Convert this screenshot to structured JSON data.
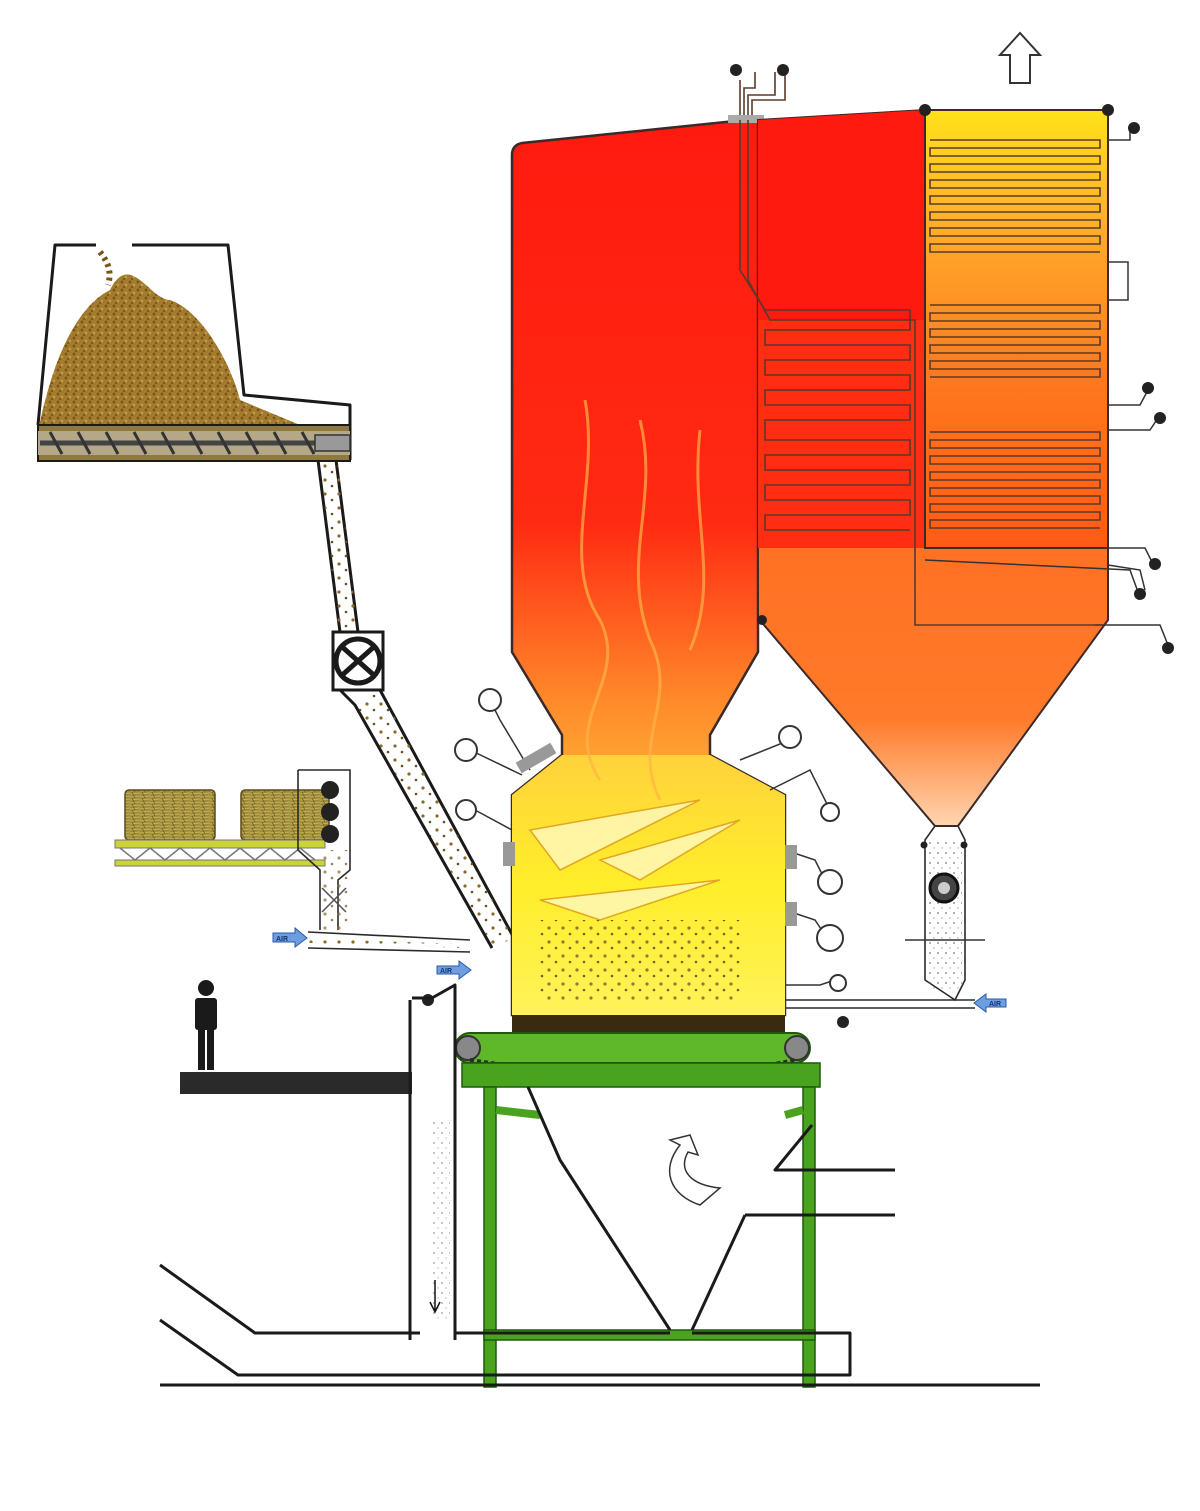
{
  "labels": {
    "air_1": "AIR",
    "air_2": "AIR",
    "air_3": "AIR"
  },
  "icons": {
    "exhaust_arrow": "up-arrow-outline-icon",
    "ash_arrow": "down-arrow-icon",
    "return_arrow": "curved-arrow-icon",
    "air_arrow": "blue-arrow-icon",
    "person": "person-icon"
  },
  "colors": {
    "furnace_red": "#ff1a10",
    "flame_yellow": "#ffe81a",
    "convection_orange": "#ff5a14",
    "biomass_brown": "#a27b2e",
    "frame_green": "#4aa31e",
    "air_blue": "#6f9ee0"
  }
}
